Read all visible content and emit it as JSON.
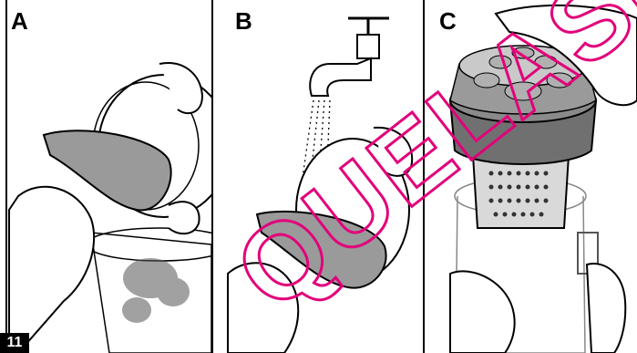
{
  "panels": [
    {
      "label": "A"
    },
    {
      "label": "B"
    },
    {
      "label": "C"
    }
  ],
  "page_number": "11",
  "watermark": {
    "text": "QUELASI",
    "color": "#e2007a"
  }
}
